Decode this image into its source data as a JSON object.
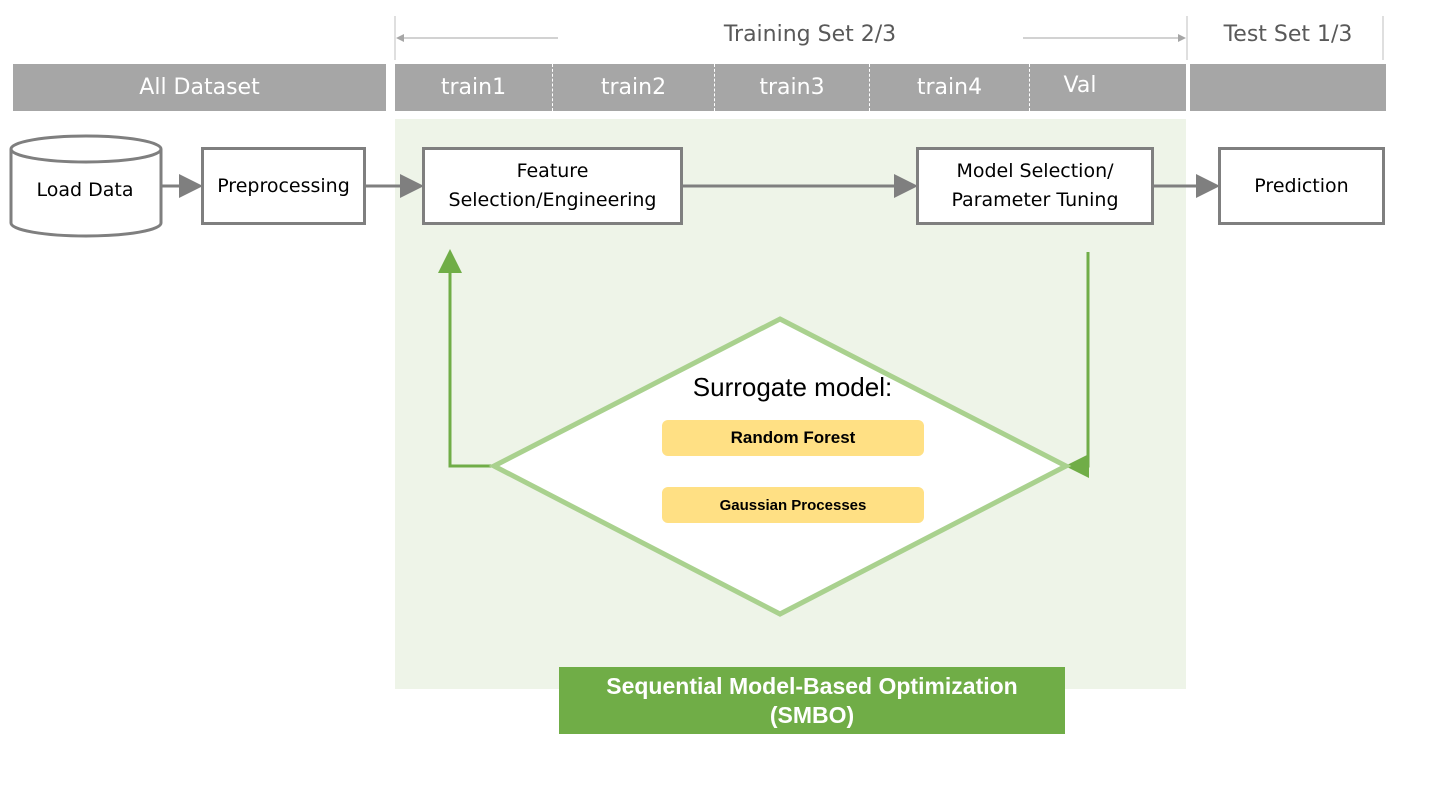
{
  "header": {
    "training_label": "Training Set 2/3",
    "test_label": "Test Set 1/3",
    "all_dataset": "All Dataset",
    "segments": [
      "train1",
      "train2",
      "train3",
      "train4",
      "Val"
    ]
  },
  "pipeline": {
    "load_data": "Load Data",
    "preprocessing": "Preprocessing",
    "feature_line1": "Feature",
    "feature_line2": "Selection/Engineering",
    "model_line1": "Model Selection/",
    "model_line2": "Parameter Tuning",
    "prediction": "Prediction"
  },
  "surrogate": {
    "title": "Surrogate model:",
    "options": [
      "Random Forest",
      "Gaussian Processes"
    ]
  },
  "smbo": {
    "line1": "Sequential Model-Based Optimization",
    "line2": "(SMBO)"
  },
  "colors": {
    "gray_bar": "#a6a6a6",
    "light_green_bg": "#eef4e8",
    "green_loop": "#70ad47",
    "diamond_stroke": "#a9d18e",
    "surrogate_option": "#ffe084",
    "smbo_banner": "#70ad47"
  }
}
